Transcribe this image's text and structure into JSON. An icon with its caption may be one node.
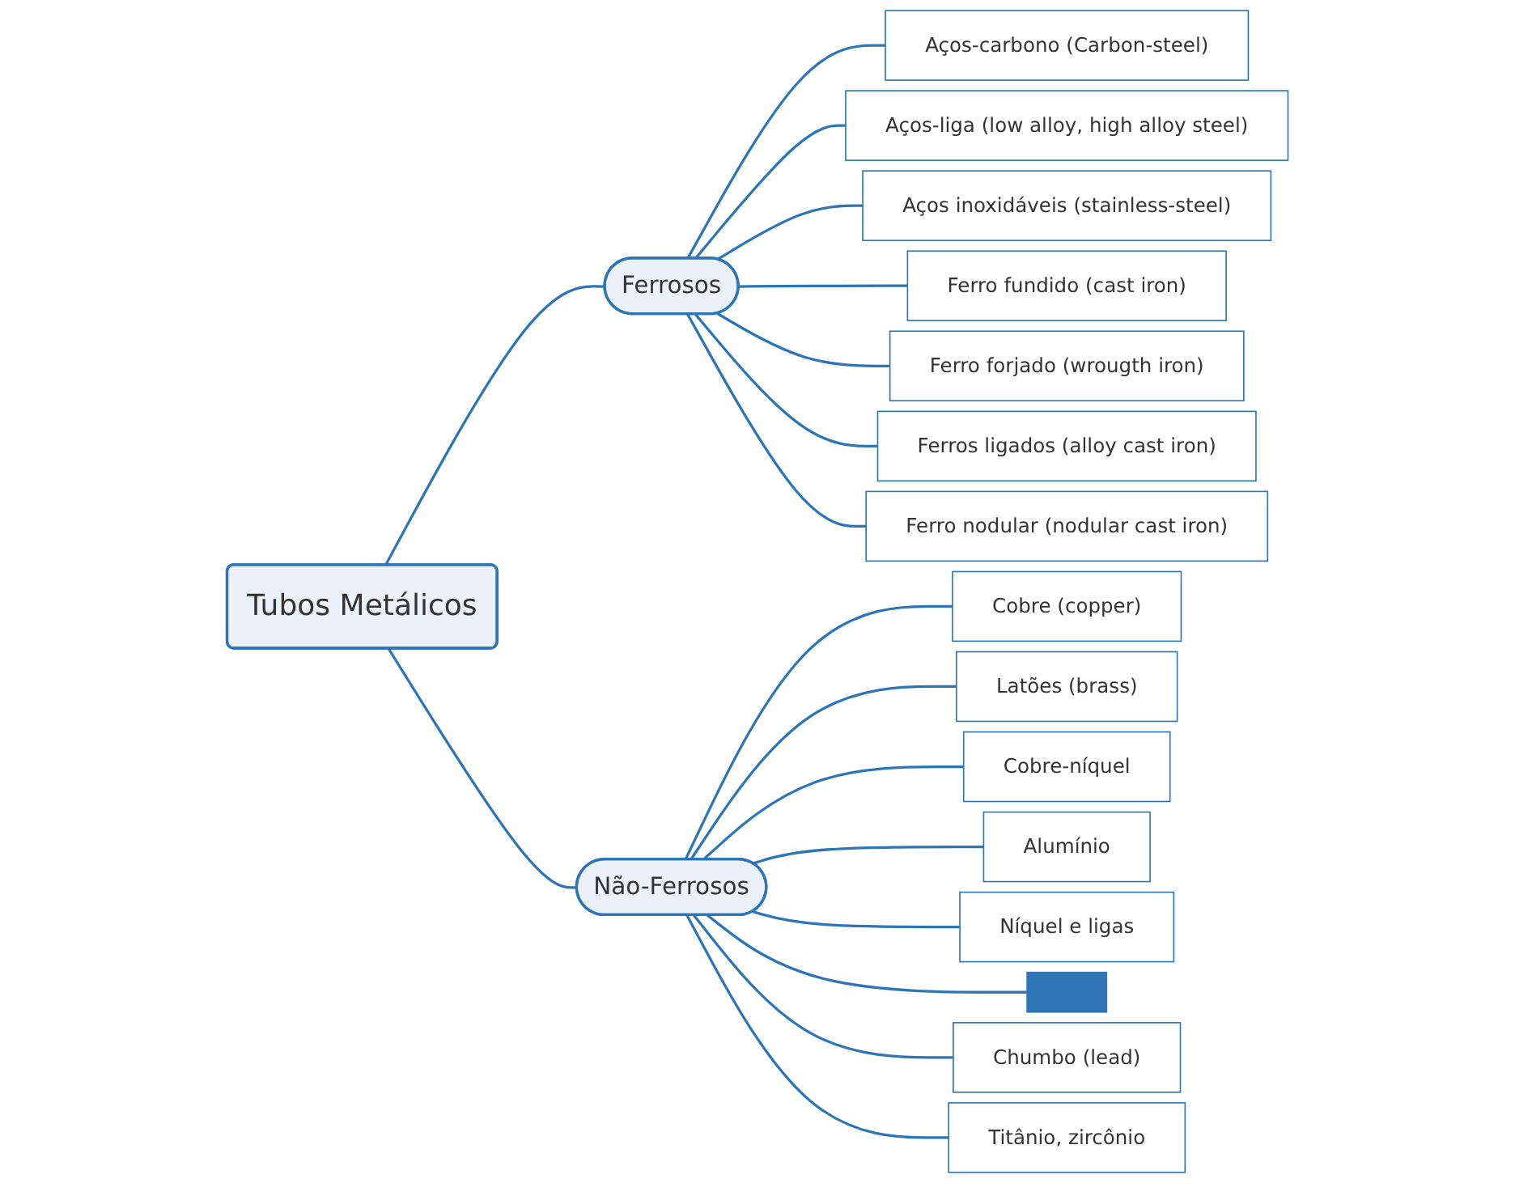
{
  "diagram": {
    "nodes": [
      {
        "text": [
          "Tubos Metálicos"
        ]
      },
      {
        "text": [
          "Ferrosos"
        ]
      },
      {
        "text": [
          "Aços-carbono (Carbon-steel)"
        ]
      },
      {
        "text": [
          "Aços-liga (low alloy, high alloy steel)"
        ]
      },
      {
        "text": [
          "Aços inoxidáveis (stainless-steel)"
        ]
      },
      {
        "text": [
          "Ferro fundido (cast iron)"
        ]
      },
      {
        "text": [
          "Ferro forjado (wrougth iron)"
        ]
      },
      {
        "text": [
          "Ferros ligados (alloy cast iron)"
        ]
      },
      {
        "text": [
          "Ferro nodular (nodular cast iron)"
        ]
      },
      {
        "text": [
          "Não-Ferrosos"
        ]
      },
      {
        "text": [
          "Cobre (copper)"
        ]
      },
      {
        "text": [
          "Latões (brass)"
        ]
      },
      {
        "text": [
          "Cobre-níquel"
        ]
      },
      {
        "text": [
          "Alumínio"
        ]
      },
      {
        "text": [
          "Níquel e ligas"
        ]
      },
      {
        "text": [],
        "shape": "bar"
      },
      {
        "text": [
          "Chumbo (lead)"
        ]
      },
      {
        "text": [
          "Titânio, zircônio"
        ]
      }
    ],
    "edges": [
      {
        "from": 0,
        "to": 1,
        "arrow": "none"
      },
      {
        "from": 0,
        "to": 9,
        "arrow": "none"
      },
      {
        "from": 1,
        "to": 2,
        "arrow": "none"
      },
      {
        "from": 1,
        "to": 3,
        "arrow": "none"
      },
      {
        "from": 1,
        "to": 4,
        "arrow": "none"
      },
      {
        "from": 1,
        "to": 5,
        "arrow": "none"
      },
      {
        "from": 1,
        "to": 6,
        "arrow": "none"
      },
      {
        "from": 1,
        "to": 7,
        "arrow": "none"
      },
      {
        "from": 1,
        "to": 8,
        "arrow": "none"
      },
      {
        "from": 9,
        "to": 10,
        "arrow": "none"
      },
      {
        "from": 9,
        "to": 11,
        "arrow": "none"
      },
      {
        "from": 9,
        "to": 12,
        "arrow": "none"
      },
      {
        "from": 9,
        "to": 13,
        "arrow": "none"
      },
      {
        "from": 9,
        "to": 14,
        "arrow": "none"
      },
      {
        "from": 9,
        "to": 15,
        "arrow": "none"
      },
      {
        "from": 9,
        "to": 16,
        "arrow": "none"
      },
      {
        "from": 9,
        "to": 17,
        "arrow": "none"
      }
    ]
  }
}
